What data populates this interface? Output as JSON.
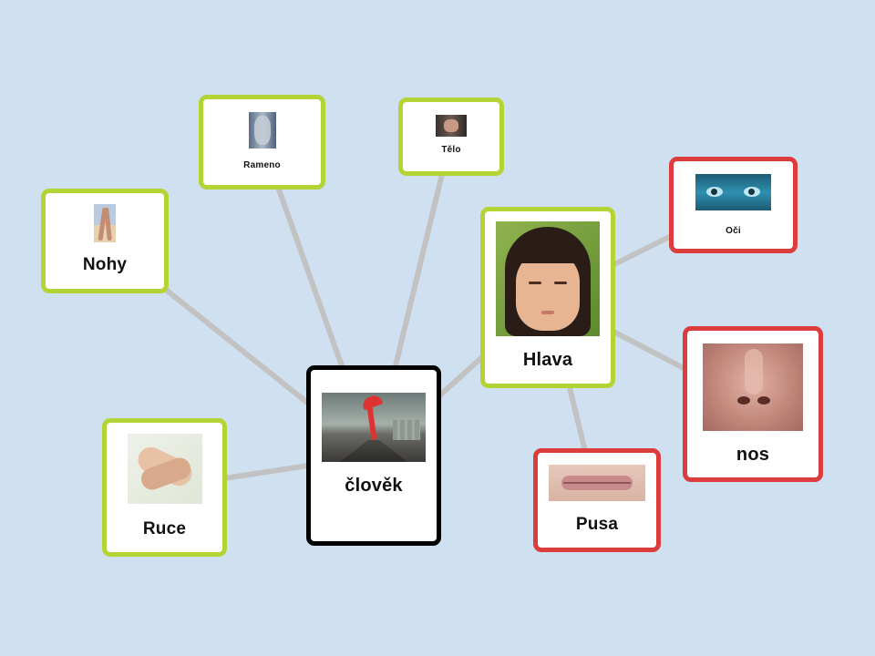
{
  "diagram": {
    "center": {
      "label": "člověk",
      "image": "runner-photo",
      "border_color": "#000000"
    },
    "nodes": {
      "ruce": {
        "label": "Ruce",
        "image": "holding-hands-photo",
        "border_color": "#b4d334"
      },
      "nohy": {
        "label": "Nohy",
        "image": "legs-photo",
        "border_color": "#b4d334"
      },
      "rameno": {
        "label": "Rameno",
        "image": "shoulder-photo",
        "border_color": "#b4d334"
      },
      "telo": {
        "label": "Tělo",
        "image": "torso-photo",
        "border_color": "#b4d334"
      },
      "hlava": {
        "label": "Hlava",
        "image": "child-face-photo",
        "border_color": "#b4d334"
      },
      "oci": {
        "label": "Oči",
        "image": "eyes-photo",
        "border_color": "#dc3c3c"
      },
      "nos": {
        "label": "nos",
        "image": "nose-photo",
        "border_color": "#dc3c3c"
      },
      "pusa": {
        "label": "Pusa",
        "image": "lips-photo",
        "border_color": "#dc3c3c"
      }
    },
    "edges": [
      [
        "clovek",
        "ruce"
      ],
      [
        "clovek",
        "nohy"
      ],
      [
        "clovek",
        "rameno"
      ],
      [
        "clovek",
        "telo"
      ],
      [
        "clovek",
        "hlava"
      ],
      [
        "hlava",
        "oci"
      ],
      [
        "hlava",
        "nos"
      ],
      [
        "hlava",
        "pusa"
      ]
    ],
    "colors": {
      "background": "#cfe1f0",
      "connector": "#c2c2c2"
    }
  }
}
